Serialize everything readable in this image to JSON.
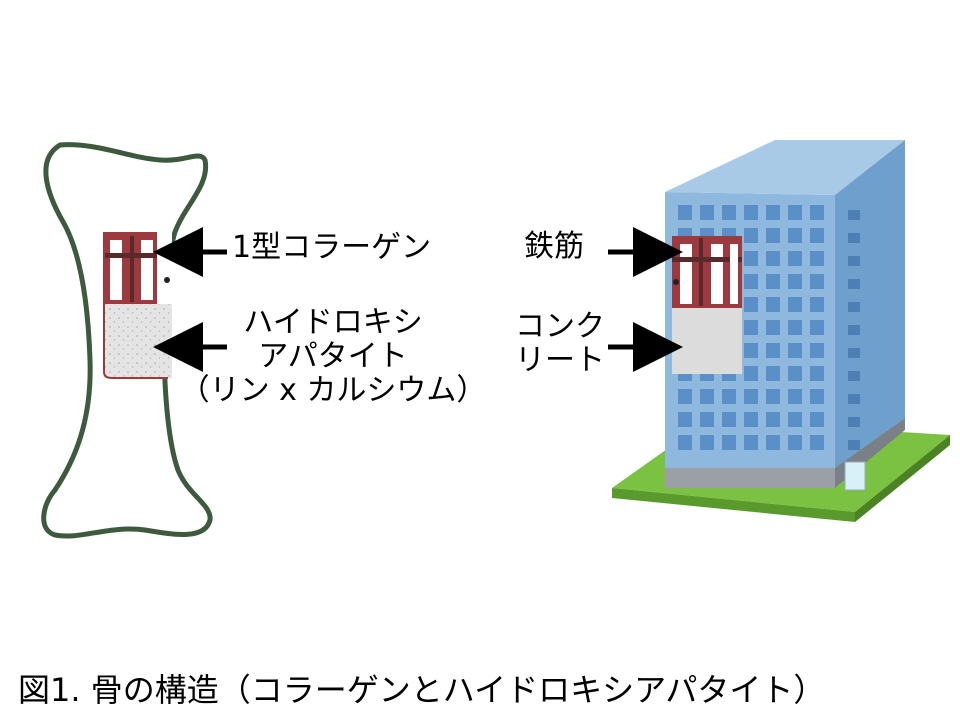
{
  "bone": {
    "collagen_label": "1型コラーゲン",
    "hydroxyapatite_label": [
      "ハイドロキシ",
      "アパタイト",
      "（リン x カルシウム）"
    ]
  },
  "building": {
    "rebar_label": "鉄筋",
    "concrete_label": [
      "コンク",
      "リート"
    ]
  },
  "caption": "図1. 骨の構造（コラーゲンとハイドロキシアパタイト）",
  "colors": {
    "bone_outline": "#3e5a3e",
    "rebar_red": "#9c3a3f",
    "rebar_dark": "#5a2a2a",
    "concrete_gray": "#dcdcdc",
    "building_blue": "#8fb8de",
    "building_side": "#6f9fcc",
    "window_blue": "#5a8fc8",
    "grass_green": "#7cc242",
    "arrow_black": "#000000"
  }
}
